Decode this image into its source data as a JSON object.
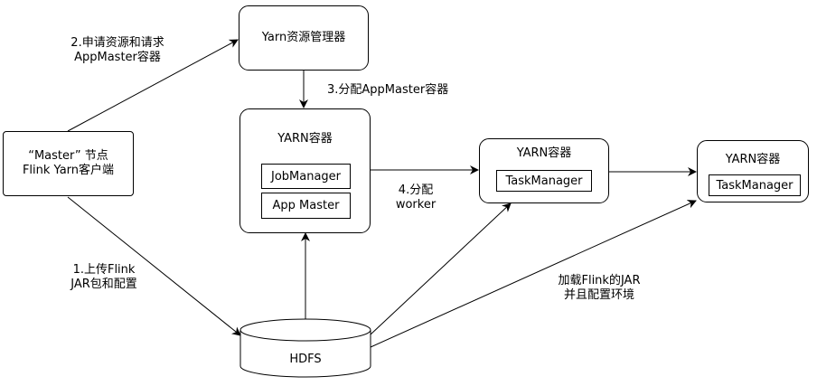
{
  "nodes": {
    "yarn_rm": "Yarn资源管理器",
    "client": [
      "“Master” 节点",
      "Flink Yarn客户端"
    ],
    "yarn_container_main": "YARN容器",
    "jobmanager": "JobManager",
    "app_master": "App Master",
    "yarn_container_2": "YARN容器",
    "taskmanager_2": "TaskManager",
    "yarn_container_3": "YARN容器",
    "taskmanager_3": "TaskManager",
    "hdfs": "HDFS"
  },
  "edge_labels": {
    "request": [
      "2.申请资源和请求",
      "AppMaster容器"
    ],
    "allocate": "3.分配AppMaster容器",
    "assign_worker": [
      "4.分配",
      "worker"
    ],
    "upload": [
      "1.上传Flink",
      "JAR包和配置"
    ],
    "load_jar": [
      "加载Flink的JAR",
      "并且配置环境"
    ]
  },
  "colors": {
    "stroke": "#000000",
    "fill": "#ffffff",
    "text": "#000000"
  }
}
